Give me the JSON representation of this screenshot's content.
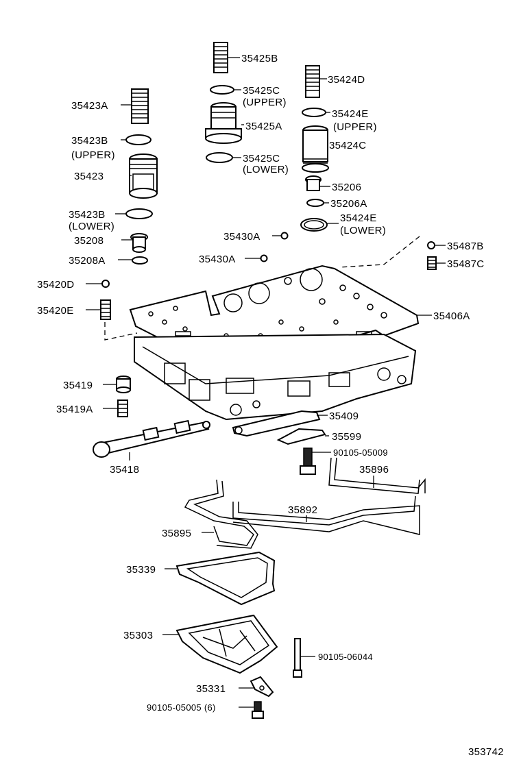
{
  "diagram_id": "353742",
  "labels": {
    "p35425B": "35425B",
    "p35424D": "35424D",
    "p35425C_upper": "35425C",
    "upper_a": "(UPPER)",
    "p35425A": "35425A",
    "p35424E_upper": "35424E",
    "upper_b": "(UPPER)",
    "p35423A": "35423A",
    "p35423B_upper": "35423B",
    "upper_c": "(UPPER)",
    "p35425C_lower": "35425C",
    "lower_a": "(LOWER)",
    "p35424C": "35424C",
    "p35423": "35423",
    "p35206": "35206",
    "p35206A": "35206A",
    "p35423B_lower": "35423B",
    "lower_b": "(LOWER)",
    "p35424E_lower": "35424E",
    "lower_c": "(LOWER)",
    "p35208": "35208",
    "p35430A_1": "35430A",
    "p35487B": "35487B",
    "p35208A": "35208A",
    "p35430A_2": "35430A",
    "p35487C": "35487C",
    "p35420D": "35420D",
    "p35420E": "35420E",
    "p35406A": "35406A",
    "p35419": "35419",
    "p35419A": "35419A",
    "p35409": "35409",
    "p35599": "35599",
    "p90105_05009": "90105-05009",
    "p35418": "35418",
    "p35896": "35896",
    "p35892": "35892",
    "p35895": "35895",
    "p35339": "35339",
    "p35303": "35303",
    "p90105_06044": "90105-06044",
    "p35331": "35331",
    "p90105_05005": "90105-05005 (6)"
  }
}
